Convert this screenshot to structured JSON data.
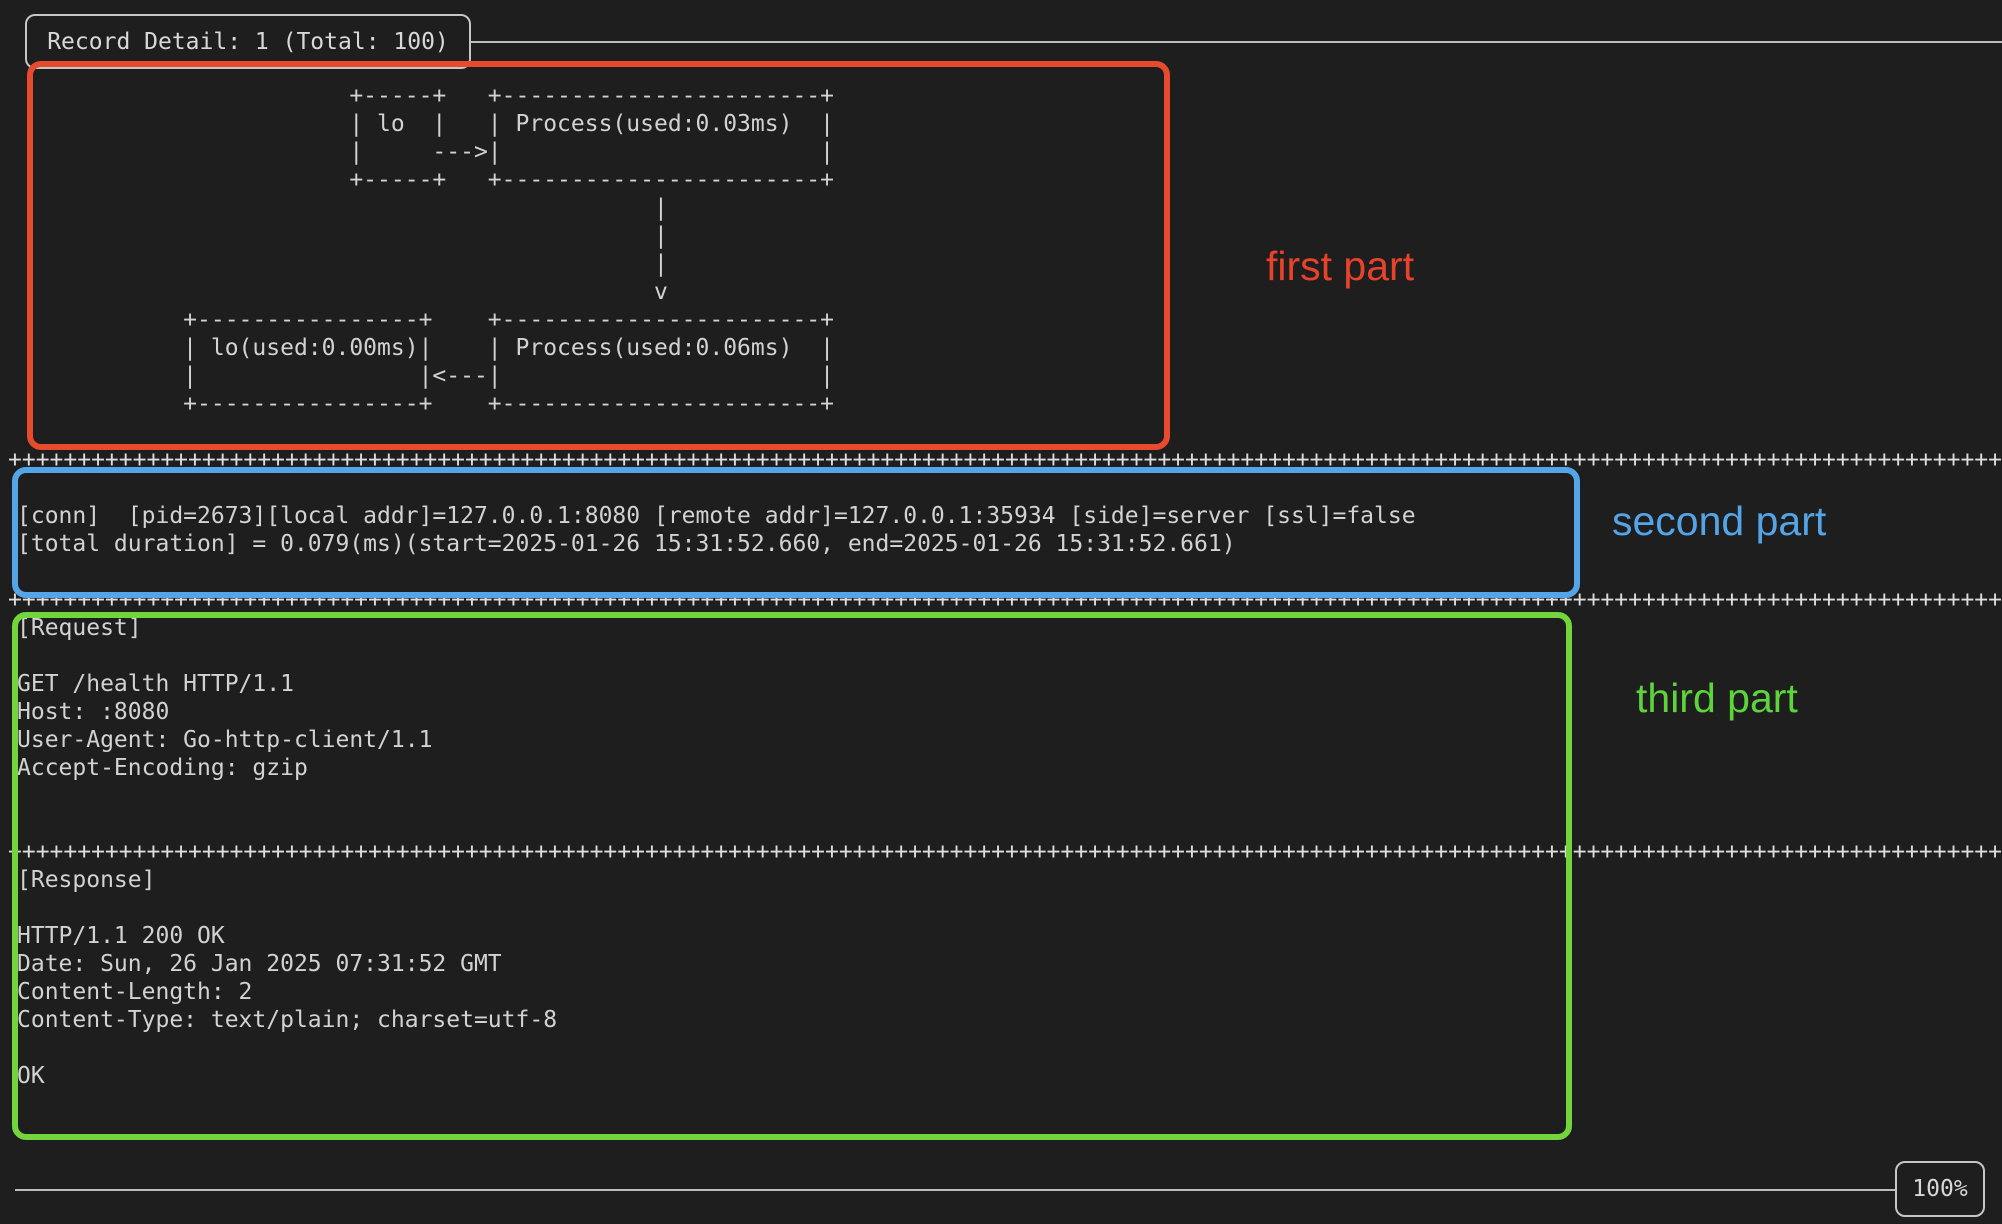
{
  "colors": {
    "background": "#1f1e1e",
    "terminal_text": "#d2d2d2",
    "frame_border": "#c6c6c6",
    "annotation_red": "#e84a2e",
    "annotation_blue": "#54a5e8",
    "annotation_green": "#72d53c"
  },
  "titlebar": {
    "title": "Record Detail: 1 (Total: 100)"
  },
  "diagram": {
    "lines": [
      "                        +-----+   +-----------------------+",
      "                        | lo  |   | Process(used:0.03ms)  |",
      "                        |     --->|                       |",
      "                        +-----+   +-----------------------+",
      "                                              |",
      "                                              |",
      "                                              |",
      "                                              v",
      "            +----------------+    +-----------------------+",
      "            | lo(used:0.00ms)|    | Process(used:0.06ms)  |",
      "            |                |<---|                       |",
      "            +----------------+    +-----------------------+"
    ]
  },
  "separator": {
    "row": "++++++++++++++++++++++++++++++++++++++++++++++++++++++++++++++++++++++++++++++++++++++++++++++++++++++++++++++++++++++++++++++++++++++++++++++++++++++"
  },
  "conn": {
    "lines": [
      "[conn]  [pid=2673][local addr]=127.0.0.1:8080 [remote addr]=127.0.0.1:35934 [side]=server [ssl]=false",
      "[total duration] = 0.079(ms)(start=2025-01-26 15:31:52.660, end=2025-01-26 15:31:52.661)"
    ]
  },
  "request": {
    "lines": [
      "[Request]",
      "",
      "GET /health HTTP/1.1",
      "Host: :8080",
      "User-Agent: Go-http-client/1.1",
      "Accept-Encoding: gzip"
    ]
  },
  "response": {
    "lines": [
      "[Response]",
      "",
      "HTTP/1.1 200 OK",
      "Date: Sun, 26 Jan 2025 07:31:52 GMT",
      "Content-Length: 2",
      "Content-Type: text/plain; charset=utf-8",
      "",
      "OK"
    ]
  },
  "scroll": {
    "percent": "100%"
  },
  "annotations": {
    "first": {
      "label": "first part"
    },
    "second": {
      "label": "second part"
    },
    "third": {
      "label": "third part"
    }
  }
}
